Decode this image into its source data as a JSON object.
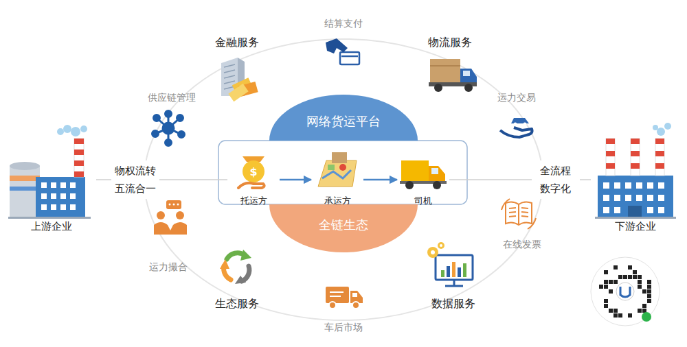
{
  "diagram": {
    "nodes": [
      {
        "text": [
          "网络货运平台"
        ]
      },
      {
        "text": [
          "上游企业"
        ]
      },
      {
        "text": [
          "托运方"
        ]
      },
      {
        "text": [
          "承运方"
        ]
      },
      {
        "text": [
          "司机"
        ]
      },
      {
        "text": [
          "全链生态"
        ]
      },
      {
        "text": [
          "下游企业"
        ]
      }
    ],
    "edges": [
      {
        "from": 1,
        "to": 2,
        "arrow": "none",
        "label": "物权流转 五流合一"
      },
      {
        "from": 2,
        "to": 3,
        "arrow": "to"
      },
      {
        "from": 3,
        "to": 4,
        "arrow": "to"
      },
      {
        "from": 4,
        "to": 6,
        "arrow": "none",
        "label": "全流程 数字化"
      }
    ],
    "labels": [
      "金融服务",
      "结算支付",
      "物流服务",
      "供应链管理",
      "运力交易",
      "运力撮合",
      "在线发票",
      "生态服务",
      "车后市场",
      "数据服务"
    ]
  }
}
